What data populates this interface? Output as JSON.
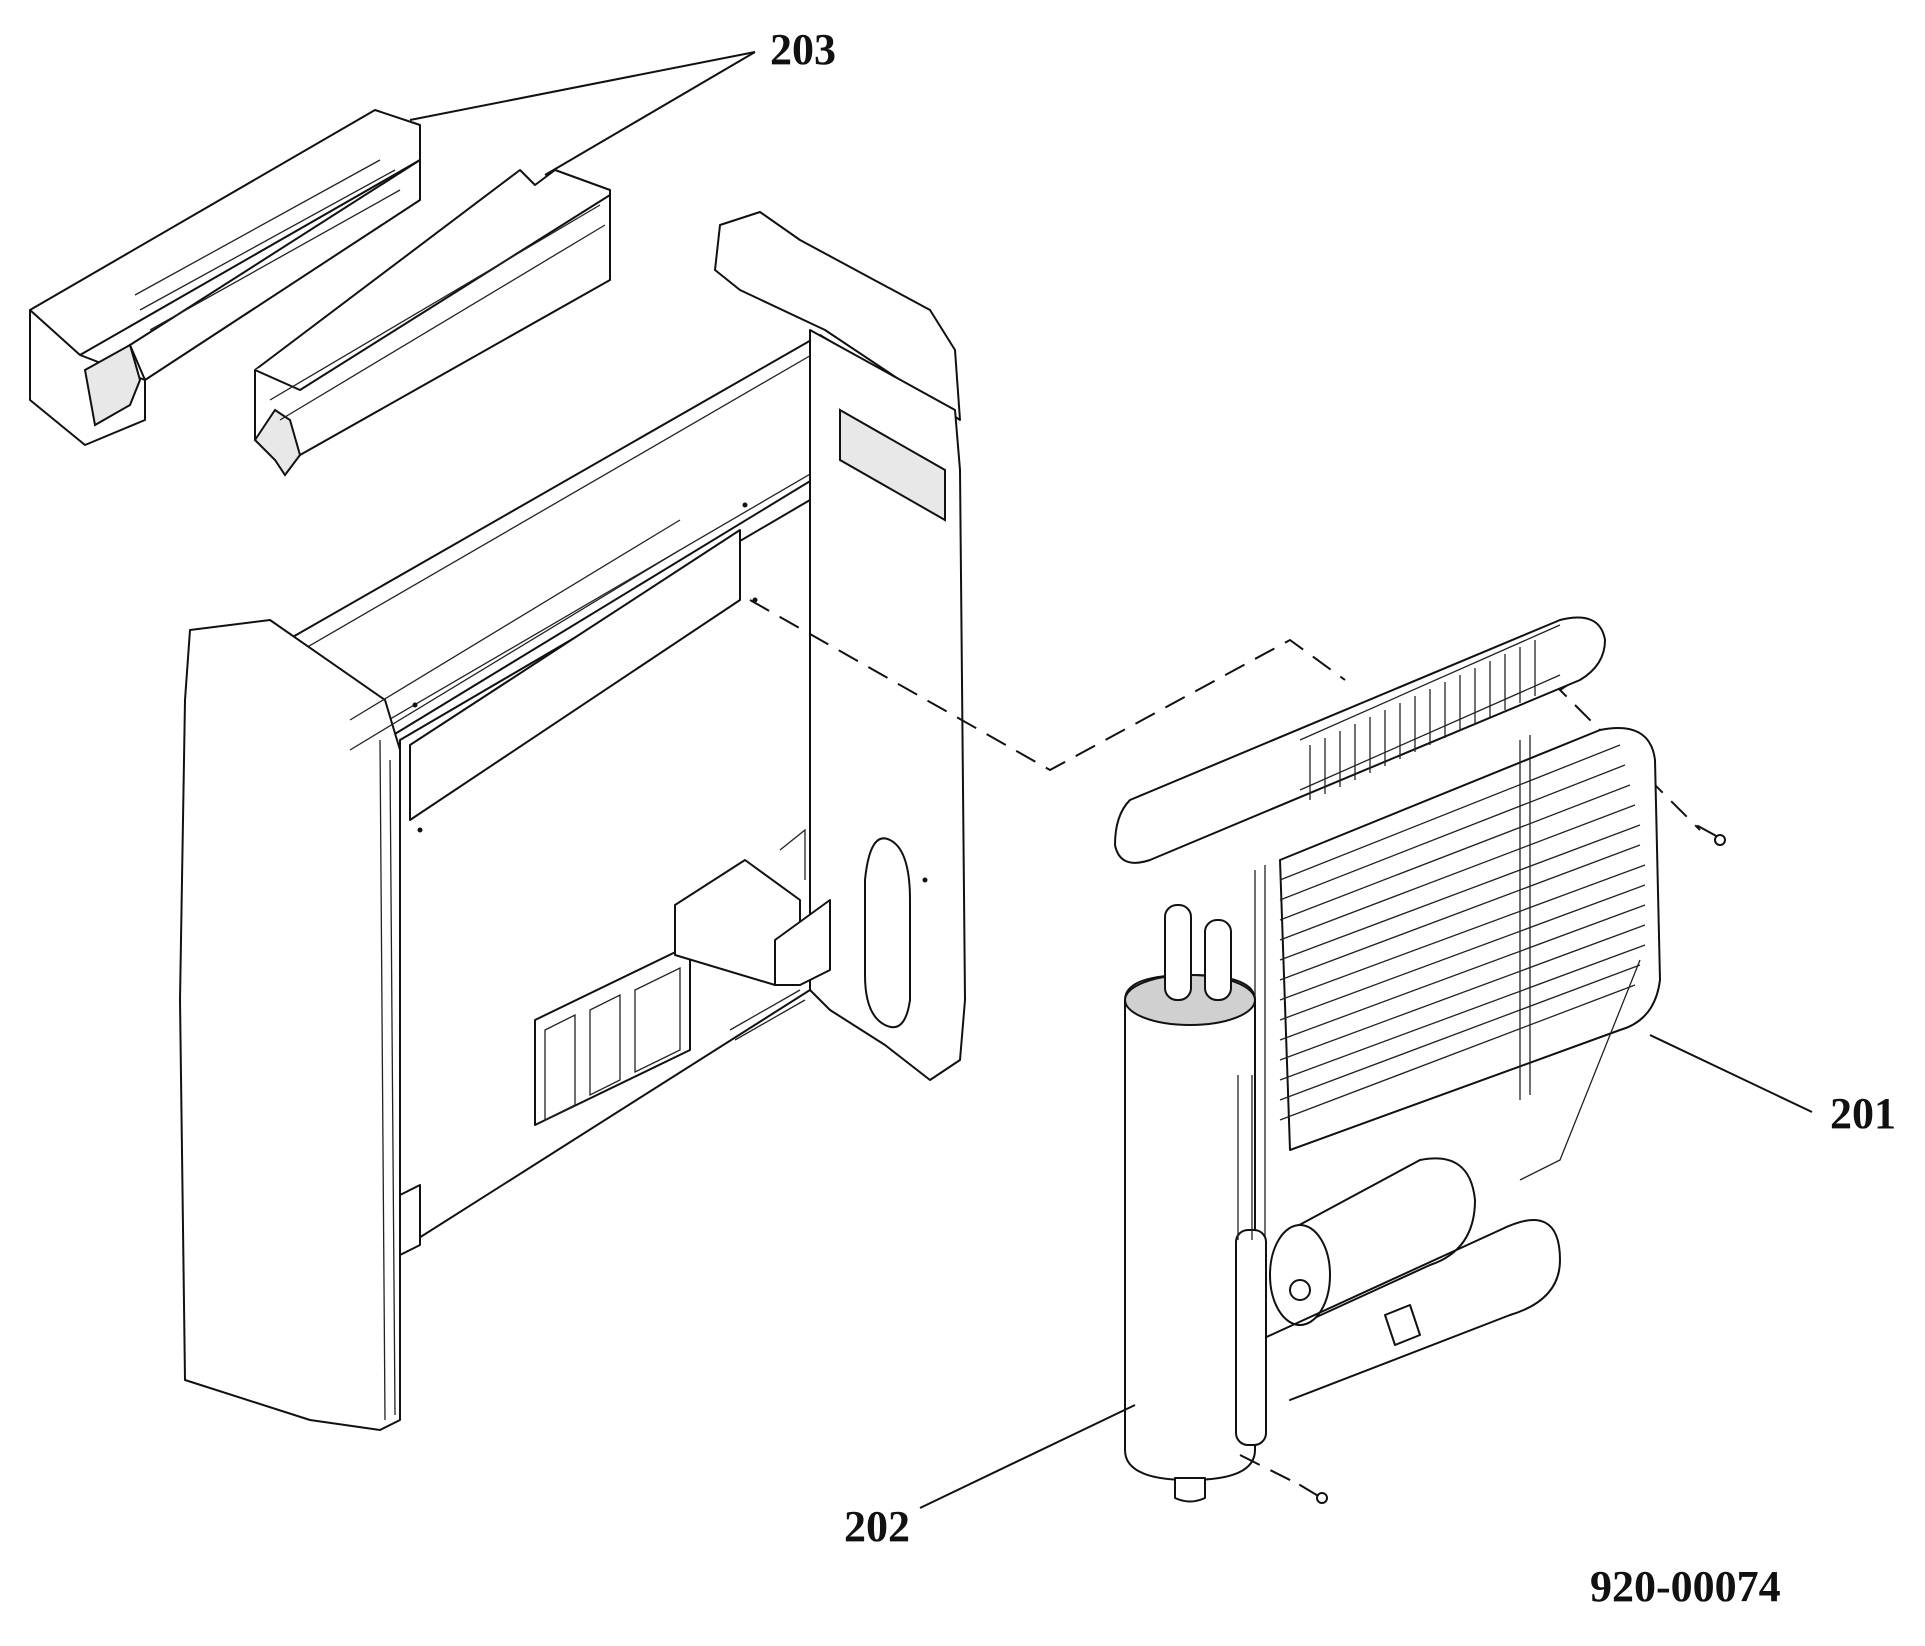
{
  "labels": {
    "part_203": "203",
    "part_201": "201",
    "part_202": "202",
    "drawing_number": "920-00074"
  },
  "icons": [
    "insulation-block-icon",
    "cabinet-frame-icon",
    "cooling-unit-icon",
    "absorber-tank-icon",
    "screw-icon"
  ]
}
